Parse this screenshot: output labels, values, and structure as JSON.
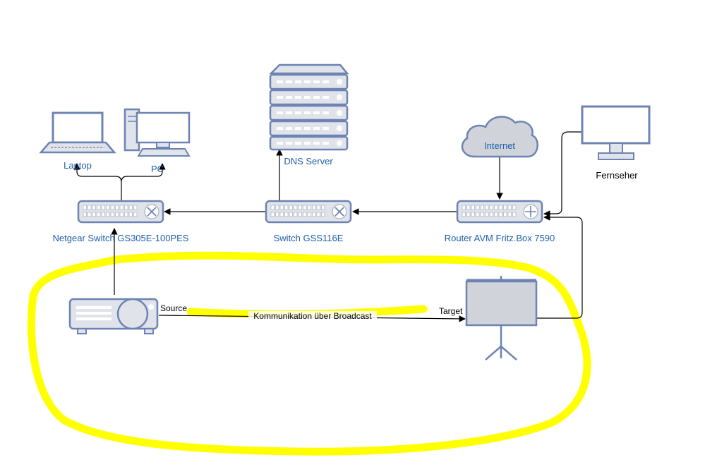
{
  "nodes": {
    "laptop": "Laptop",
    "pc": "PC",
    "dns_server": "DNS Server",
    "internet": "Internet",
    "fernseher": "Fernseher",
    "netgear_switch": "Netgear Switch GS305E-100PES",
    "switch_gss116e": "Switch GSS116E",
    "router": "Router AVM Fritz.Box 7590"
  },
  "connections": {
    "source": "Source",
    "broadcast": "Kommunikation über Broadcast",
    "target": "Target"
  },
  "colors": {
    "device_stroke": "#6d83b3",
    "device_fill": "#e0e3ea",
    "label_blue": "#1f5ea8",
    "highlight": "#ffff00"
  },
  "icons": [
    "laptop-icon",
    "pc-icon",
    "server-icon",
    "cloud-icon",
    "monitor-icon",
    "switch-icon",
    "router-icon",
    "projector-icon",
    "projection-screen-icon"
  ]
}
